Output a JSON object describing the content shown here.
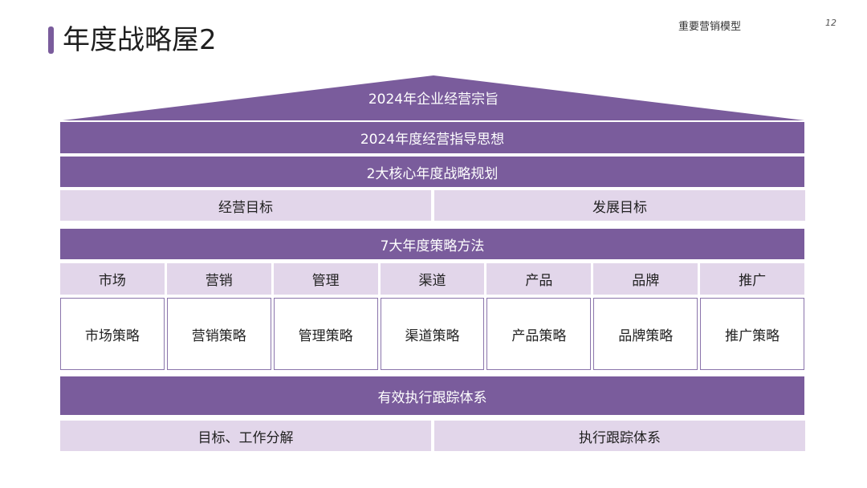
{
  "header": {
    "title": "年度战略屋2",
    "section_label": "重要营销模型",
    "page_number": "12"
  },
  "colors": {
    "primary": "#7a5c9c",
    "light": "#e2d6ea",
    "border": "#8a74ab"
  },
  "house": {
    "roof": "2024年企业经营宗旨",
    "guiding_thought": "2024年度经营指导思想",
    "core_plan": "2大核心年度战略规划",
    "goals": [
      "经营目标",
      "发展目标"
    ],
    "methods_title": "7大年度策略方法",
    "categories": [
      "市场",
      "营销",
      "管理",
      "渠道",
      "产品",
      "品牌",
      "推广"
    ],
    "strategies": [
      "市场策略",
      "营销策略",
      "管理策略",
      "渠道策略",
      "产品策略",
      "品牌策略",
      "推广策略"
    ],
    "execution": "有效执行跟踪体系",
    "foundation": [
      "目标、工作分解",
      "执行跟踪体系"
    ]
  }
}
